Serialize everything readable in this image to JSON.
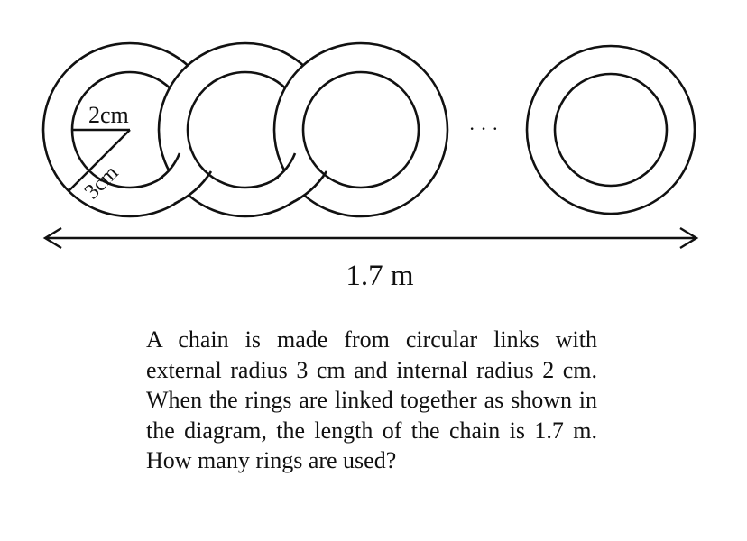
{
  "diagram": {
    "inner_radius_label": "2cm",
    "outer_radius_label": "3cm",
    "ellipsis": "· · ·",
    "length_label": "1.7 m"
  },
  "problem": {
    "text": "A chain is made from circular links with external radius 3 cm and internal radius 2 cm. When the rings are linked together as shown in the diagram, the length of the chain is 1.7 m. How many rings are used?"
  }
}
